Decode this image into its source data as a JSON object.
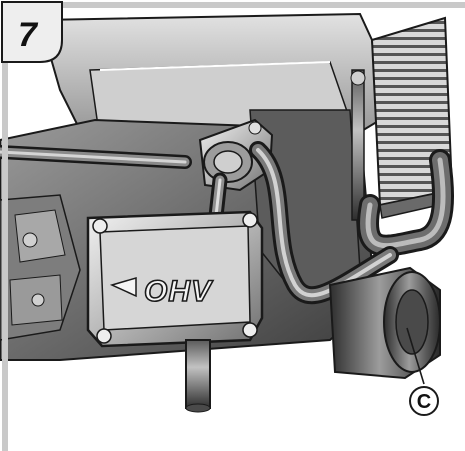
{
  "figure": {
    "step_number": "7",
    "callout_label": "C",
    "cover_brand": "OHV"
  },
  "colors": {
    "frame": "#c9c9c9",
    "badge_fill": "#eeeeee",
    "engine_dark": "#3a3a3a",
    "engine_mid": "#6e6e6e",
    "engine_light": "#bdbdbd",
    "highlight": "#e6e6e6",
    "outline": "#1a1a1a"
  }
}
